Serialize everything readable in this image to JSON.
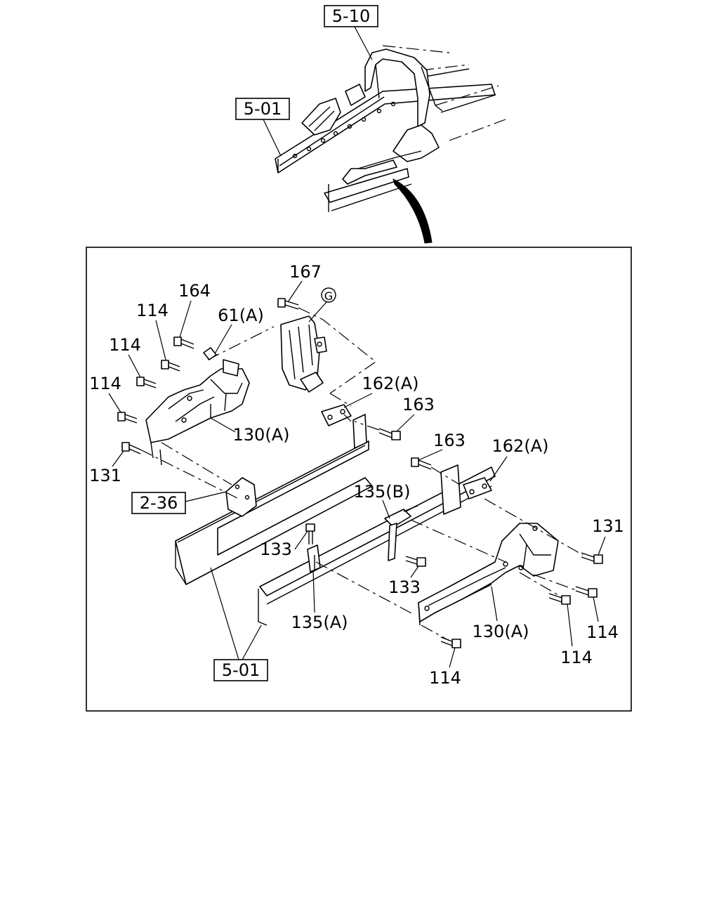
{
  "refs": {
    "r510": "5-10",
    "r501_top": "5-01",
    "r236": "2-36",
    "r501_bottom": "5-01"
  },
  "callouts": {
    "c167": "167",
    "g_mark": "G",
    "c164": "164",
    "c61a": "61(A)",
    "c114_a": "114",
    "c114_b": "114",
    "c114_c": "114",
    "c162a_top": "162(A)",
    "c163_top": "163",
    "c130a_left": "130(A)",
    "c131_left": "131",
    "c163_mid": "163",
    "c162a_mid": "162(A)",
    "c135b": "135(B)",
    "c131_right": "131",
    "c133_left": "133",
    "c133_mid": "133",
    "c135a": "135(A)",
    "c130a_right": "130(A)",
    "c114_right1": "114",
    "c114_right2": "114",
    "c114_bottom": "114"
  },
  "colors": {
    "line": "#000000",
    "background": "#ffffff"
  }
}
